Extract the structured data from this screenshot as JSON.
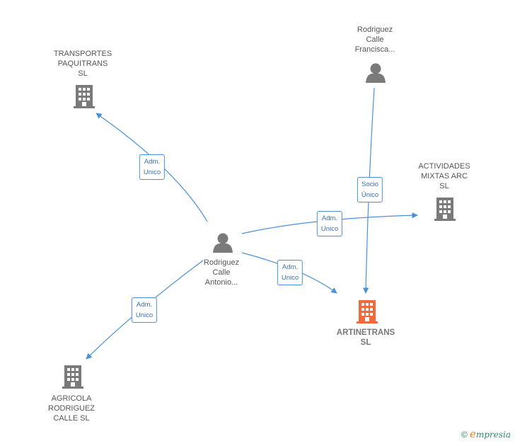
{
  "colors": {
    "edge": "#4a90d9",
    "node_gray": "#7a7a7a",
    "node_main": "#f26a3a"
  },
  "nodes": {
    "transportes": {
      "label": "TRANSPORTES\nPAQUITRANS\nSL",
      "icon": "building-icon"
    },
    "rodriguez_francisca": {
      "label": "Rodriguez\nCalle\nFrancisca...",
      "icon": "person-icon"
    },
    "actividades": {
      "label": "ACTIVIDADES\nMIXTAS ARC\nSL",
      "icon": "building-icon"
    },
    "rodriguez_antonio": {
      "label": "Rodriguez\nCalle\nAntonio...",
      "icon": "person-icon"
    },
    "artinetrans": {
      "label": "ARTINETRANS\nSL",
      "icon": "building-icon"
    },
    "agricola": {
      "label": "AGRICOLA\nRODRIGUEZ\nCALLE  SL",
      "icon": "building-icon"
    }
  },
  "edges": {
    "to_transportes": "Adm.\nUnico",
    "to_actividades": "Adm.\nUnico",
    "to_artinetrans": "Adm.\nUnico",
    "to_agricola": "Adm.\nUnico",
    "socio": "Socio\nÚnico"
  },
  "footer": {
    "copyright_symbol": "©",
    "brand_initial": "e",
    "brand_rest": "mpresia"
  }
}
